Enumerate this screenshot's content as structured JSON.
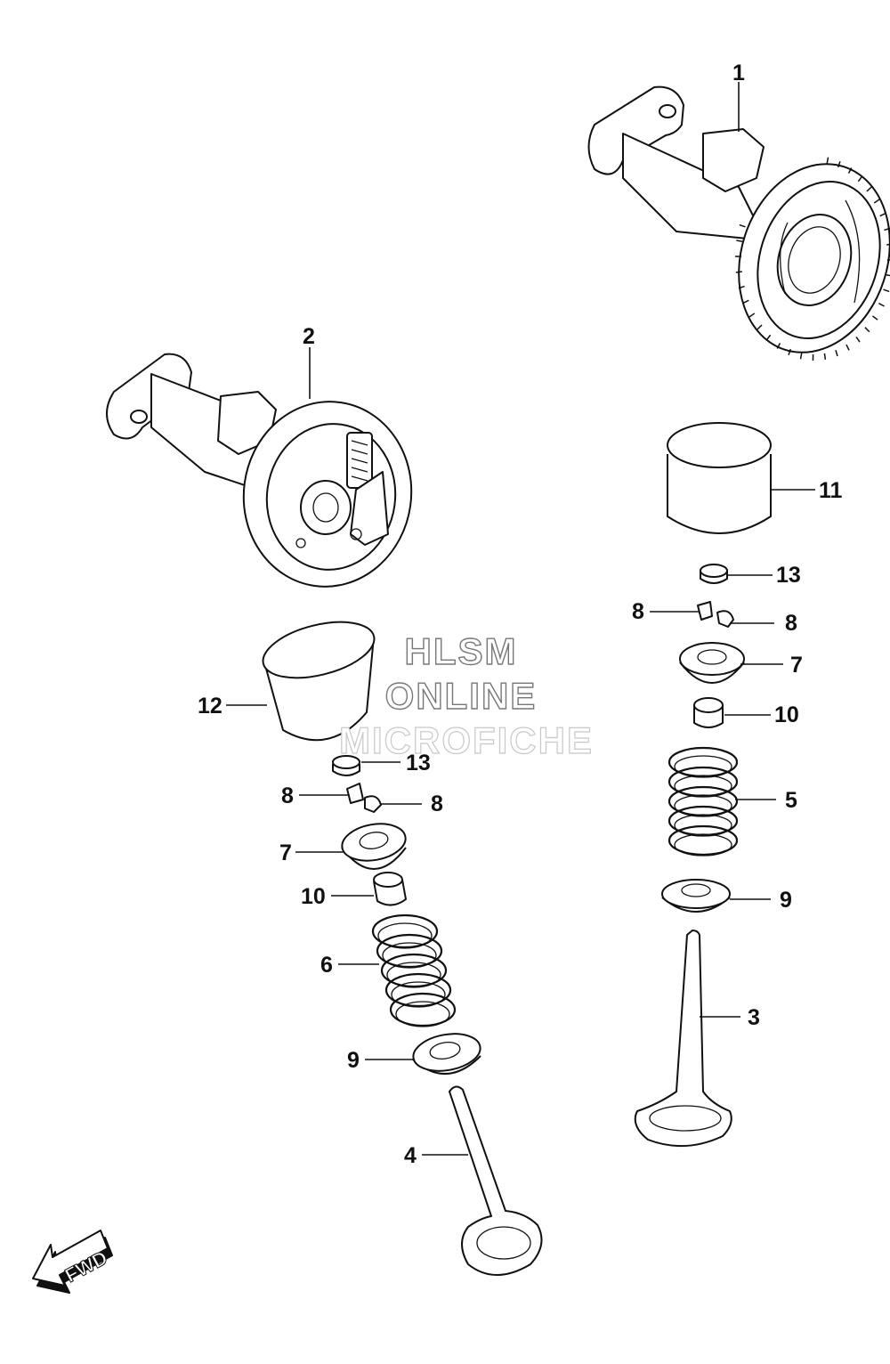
{
  "diagram": {
    "callouts": {
      "c1": "1",
      "c2": "2",
      "c3": "3",
      "c4": "4",
      "c5": "5",
      "c6": "6",
      "c7a": "7",
      "c7b": "7",
      "c8a": "8",
      "c8b": "8",
      "c8c": "8",
      "c8d": "8",
      "c9a": "9",
      "c9b": "9",
      "c10a": "10",
      "c10b": "10",
      "c11": "11",
      "c12": "12",
      "c13a": "13",
      "c13b": "13"
    },
    "watermark": {
      "line1": "HLSM",
      "line2": "ONLINE",
      "line3": "MICROFICHE"
    },
    "direction_label": "FWD",
    "icons": {
      "fwd_arrow": "fwd-arrow-icon",
      "camshaft": "camshaft-icon",
      "valve": "valve-icon",
      "spring": "spring-icon",
      "tappet": "tappet-icon"
    }
  }
}
